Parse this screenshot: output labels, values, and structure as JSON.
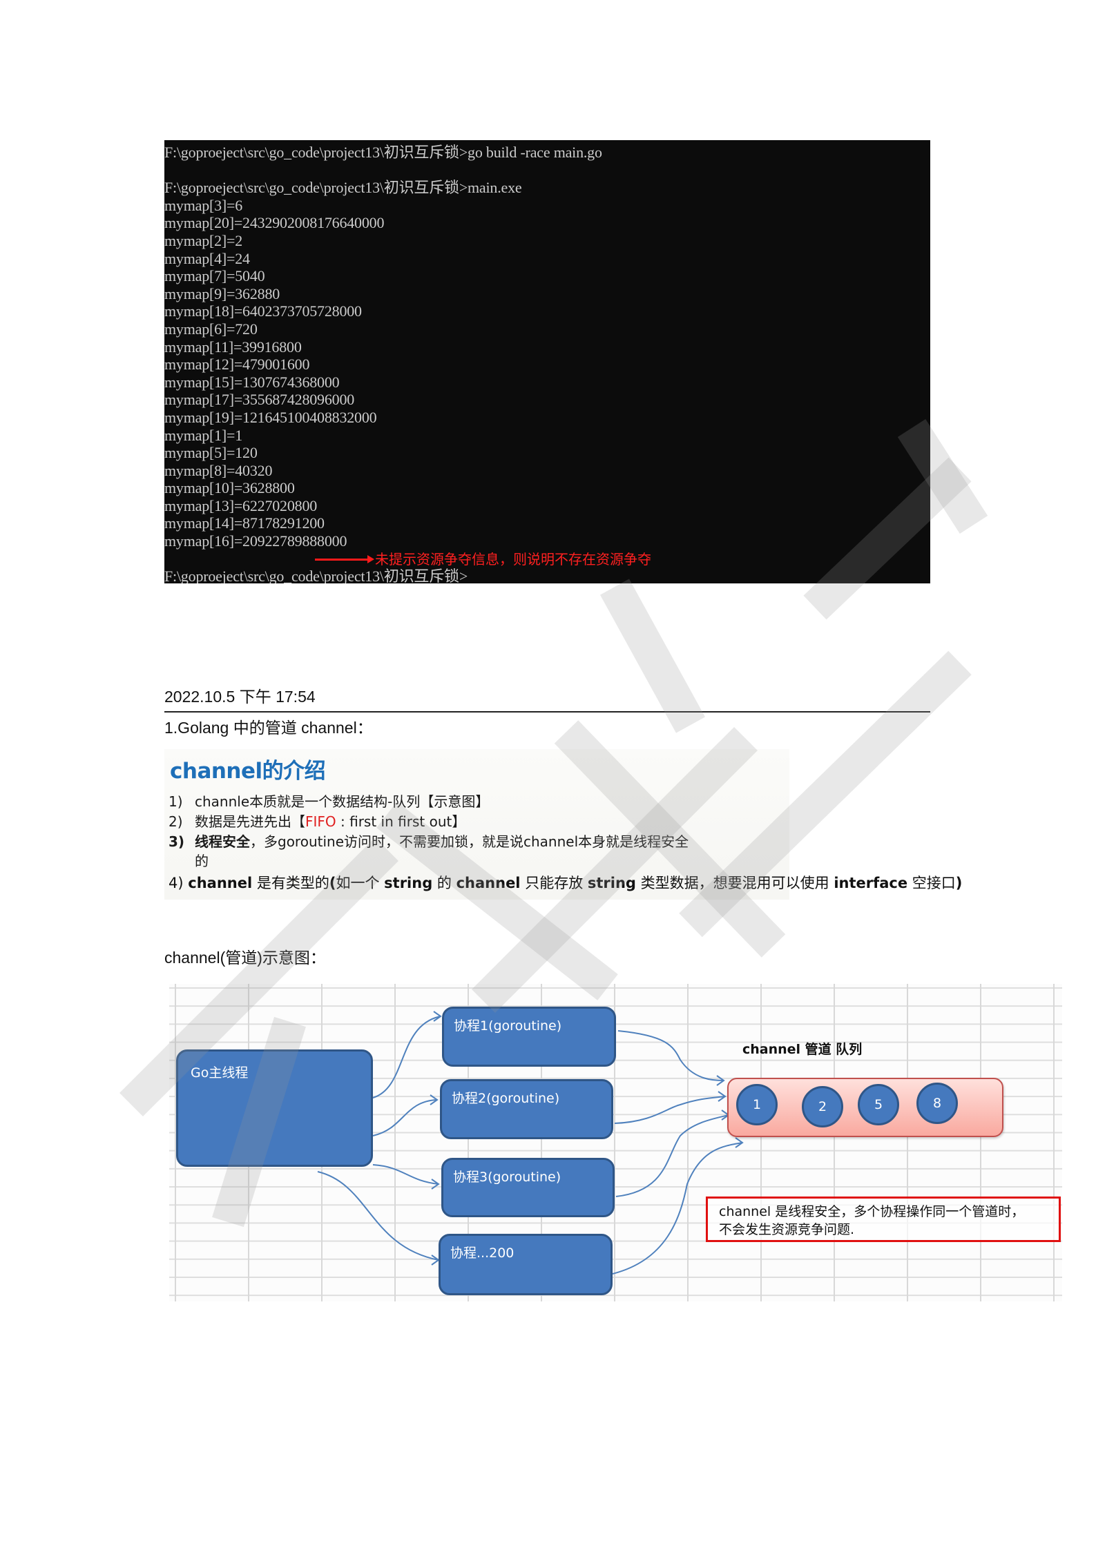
{
  "terminal": {
    "lines": [
      "F:\\goproeject\\src\\go_code\\project13\\初识互斥锁>go build -race main.go",
      "",
      "F:\\goproeject\\src\\go_code\\project13\\初识互斥锁>main.exe",
      "mymap[3]=6",
      "mymap[20]=2432902008176640000",
      "mymap[2]=2",
      "mymap[4]=24",
      "mymap[7]=5040",
      "mymap[9]=362880",
      "mymap[18]=6402373705728000",
      "mymap[6]=720",
      "mymap[11]=39916800",
      "mymap[12]=479001600",
      "mymap[15]=1307674368000",
      "mymap[17]=355687428096000",
      "mymap[19]=121645100408832000",
      "mymap[1]=1",
      "mymap[5]=120",
      "mymap[8]=40320",
      "mymap[10]=3628800",
      "mymap[13]=6227020800",
      "mymap[14]=87178291200",
      "mymap[16]=20922789888000"
    ],
    "annotation": "未提示资源争夺信息，则说明不存在资源争夺",
    "prompt": "F:\\goproeject\\src\\go_code\\project13\\初识互斥锁>",
    "annotation_color": "#ff2020"
  },
  "note": {
    "timestamp": "2022.10.5 下午 17:54",
    "heading": "1.Golang 中的管道 channel："
  },
  "intro": {
    "title": "channel的介绍",
    "items": [
      {
        "num": "1)",
        "text": "channle本质就是一个数据结构-队列【示意图】"
      },
      {
        "num": "2)",
        "text_before": "数据是先进先出【",
        "highlight": "FIFO",
        "text_after": " : first in first out】"
      },
      {
        "num": "3)",
        "bold": "线程安全",
        "text": "，多goroutine访问时，不需要加锁，就是说channel本身就是线程安全",
        "wrap": "的"
      },
      {
        "num": "4)",
        "parts": [
          "channel",
          " 是有类型的",
          "(",
          "如一个 ",
          "string",
          " 的 ",
          "channel",
          " 只能存放 ",
          "string",
          " 类型数据，想要混用可以使用 ",
          "interface",
          " 空接口",
          ")"
        ]
      }
    ],
    "title_color": "#1e6fb8"
  },
  "diagram_caption": "channel(管道)示意图：",
  "diagram": {
    "main_thread": "Go主线程",
    "goroutines": [
      "协程1(goroutine)",
      "协程2(goroutine)",
      "协程3(goroutine)",
      "协程...200"
    ],
    "queue_label": "channel 管道 队列",
    "queue_items": [
      "1",
      "2",
      "5",
      "8"
    ],
    "note_lines": [
      "channel 是线程安全，多个协程操作同一个管道时，",
      "不会发生资源竞争问题."
    ],
    "colors": {
      "box": "#4579be",
      "box_border": "#2f5687",
      "queue": "#f9a99f",
      "note_border": "#e01010"
    }
  }
}
